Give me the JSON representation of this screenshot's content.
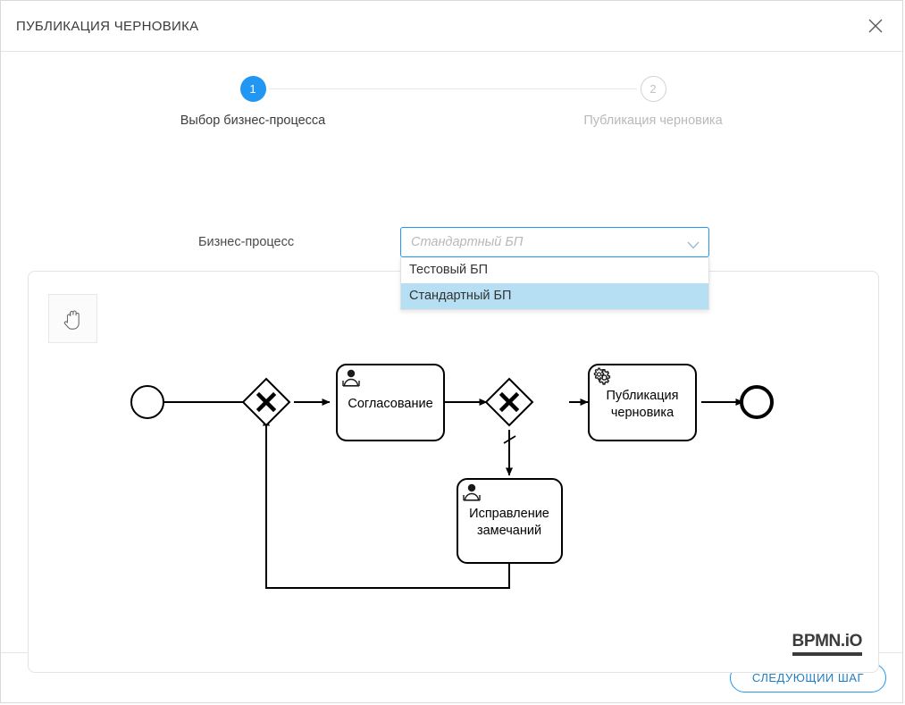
{
  "dialog": {
    "title": "ПУБЛИКАЦИЯ ЧЕРНОВИКА",
    "close_icon": "close-icon"
  },
  "stepper": {
    "steps": [
      {
        "number": "1",
        "label": "Выбор бизнес-процесса",
        "state": "active"
      },
      {
        "number": "2",
        "label": "Публикация черновика",
        "state": "inactive"
      }
    ],
    "active_color": "#2196f3",
    "inactive_color": "#c1c1c1"
  },
  "form": {
    "label": "Бизнес-процесс",
    "select": {
      "value": "",
      "placeholder": "Стандартный БП",
      "caret_icon": "chevron-down-icon",
      "expanded": true,
      "options": [
        {
          "label": "Тестовый БП",
          "highlighted": false
        },
        {
          "label": "Стандартный БП",
          "highlighted": true
        }
      ],
      "highlight_color": "#b7dff3",
      "border_color": "#2196f3"
    }
  },
  "canvas": {
    "hand_tool_icon": "hand-tool-icon",
    "watermark": "BPMN.iO",
    "diagram": {
      "type": "bpmn",
      "nodes": [
        {
          "id": "start",
          "type": "start-event",
          "label": ""
        },
        {
          "id": "gw1",
          "type": "exclusive-gateway",
          "label": ""
        },
        {
          "id": "task1",
          "type": "user-task",
          "label": "Согласование"
        },
        {
          "id": "gw2",
          "type": "exclusive-gateway",
          "label": ""
        },
        {
          "id": "task2",
          "type": "service-task",
          "label": "Публикация черновика"
        },
        {
          "id": "task3",
          "type": "user-task",
          "label": "Исправление замечаний"
        },
        {
          "id": "end",
          "type": "end-event",
          "label": ""
        }
      ],
      "flows": [
        {
          "from": "start",
          "to": "gw1"
        },
        {
          "from": "gw1",
          "to": "task1"
        },
        {
          "from": "task1",
          "to": "gw2"
        },
        {
          "from": "gw2",
          "to": "task2"
        },
        {
          "from": "task2",
          "to": "end"
        },
        {
          "from": "gw2",
          "to": "task3",
          "default": true
        },
        {
          "from": "task3",
          "to": "gw1"
        }
      ]
    }
  },
  "footer": {
    "next_label": "СЛЕДУЮЩИЙ ШАГ",
    "next_color": "#1f7fc4"
  }
}
